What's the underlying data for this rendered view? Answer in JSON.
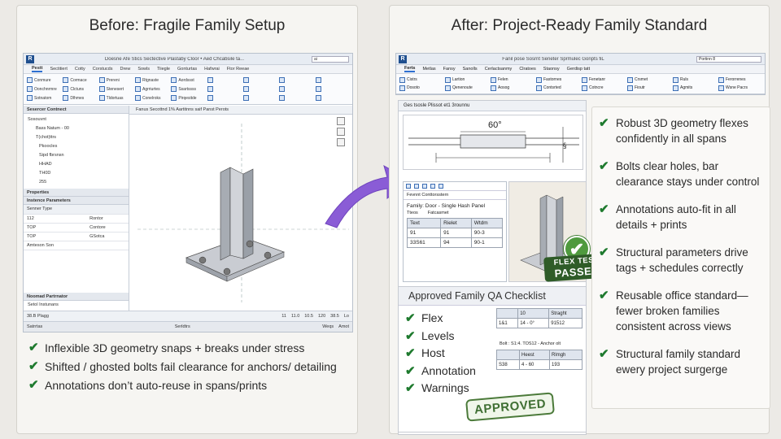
{
  "left": {
    "title": "Before: Fragile Family Setup",
    "revit": {
      "logo": "R",
      "window_title": "Doesne Afe Stics Sectective Plastaby Cloor • Aed Chcabsile ta...",
      "search": "ai",
      "tabs": [
        "Pestt",
        "Sectitiert",
        "Cotty",
        "Corstucds",
        "Drew",
        "Sowls",
        "Tiiegle",
        "Gonturtas",
        "Hafwrai",
        "Ftor Reeae"
      ],
      "ribbon": [
        "Conmure",
        "Cormace",
        "Prereni",
        "Rtgnaste",
        "Aordssst",
        "",
        "",
        "",
        "",
        "Oonchnrmre",
        "Clctuns",
        "Stenesert",
        "Agrriurtes",
        "Ssartssss",
        "",
        "",
        "",
        "",
        "Sotnatom",
        "Dlhmes",
        "Tldortuas",
        "Conelroks",
        "Pirqesitde",
        "",
        "",
        "",
        ""
      ],
      "side_header_1": "Sesercer Contnect",
      "tree_header": "Sosouvnt",
      "tree": [
        "Bass Natum - 00",
        "T(chot)ttrs",
        "Pkoocles",
        "Sipd fbrsnsn",
        "HHAD",
        "TH0D",
        "255"
      ],
      "properties_header": "Properties",
      "instance_header": "Instence Parameters",
      "prop_rows": [
        [
          "Senner Type",
          ""
        ],
        [
          "112",
          "Rontor"
        ],
        [
          "TOP",
          "Contore"
        ],
        [
          "TOP",
          "GSotca"
        ],
        [
          "Amteson Son",
          ""
        ]
      ],
      "prop_footer_1": "Noomad Partrnator",
      "prop_footer_2": "Setol Instunans",
      "view_tab": "Fanus Secottnd 1% Aartitnns saif Panst Perots",
      "status_1": [
        "38.B Plagg",
        "",
        "11",
        "11.0",
        "10.5",
        "120",
        "38.5",
        "Lo"
      ],
      "status_2": [
        "Satrrtas",
        "Serldtrs",
        "",
        "",
        "Weqs",
        "Amot"
      ]
    },
    "bullets": [
      "Inflexible 3D geometry snaps + breaks under stress",
      "Shifted / ghosted bolts fail clearance for anchors/ detailing",
      "Annotations don’t auto-reuse in spans/prints"
    ]
  },
  "right": {
    "title": "After: Project-Ready Family Standard",
    "revit": {
      "window_title": "Fanil pose Sosrnt Seneter Sprmulec Gonpts fiL",
      "search": "Portinn 8",
      "tabs": [
        "Ferts",
        "Metlas",
        "Fansy",
        "Sanolls",
        "Cerlactsanmy",
        "Clratoes",
        "Staonsy",
        "Gerdisp tatt"
      ],
      "ribbon": [
        "Cistrs",
        "Lartion",
        "Felen",
        "Fastornes",
        "Fenetanr",
        "Crsmet",
        "Ruls",
        "Ferorrenes",
        "Dosoto",
        "Qenenoute",
        "Aosog",
        "Contsrted",
        "Cotncre",
        "Fioutr",
        "Agmits",
        "Wsne Pacrs"
      ]
    },
    "sheet_tab": "Ges tsosle Plissot et1 3rounnu",
    "section_dim": "60°",
    "thumb": {
      "toolbar_label": "Fevnnt Conttorsstern",
      "family": "Family: Door - Single Hash Panel",
      "sub_labels": [
        "Tteos",
        "Fatcasmet"
      ],
      "headers": [
        "Text",
        "Rielet",
        "Wtdm"
      ],
      "rows": [
        [
          "91",
          "91",
          "90-3"
        ],
        [
          "33S61",
          "94",
          "90-1"
        ]
      ]
    },
    "badge": {
      "line1": "FLEX TEST",
      "line2": "PASSED"
    },
    "qa": {
      "title": "Approved Family QA Checklist",
      "items": [
        "Flex",
        "Levels",
        "Host",
        "Annotation",
        "Warnings"
      ],
      "table1": [
        [
          "",
          "10",
          "Straght"
        ],
        [
          "1&1",
          "14 - 0°",
          "91512"
        ]
      ],
      "note": "Bolt : S1:4. TOS12 - Anchor olt",
      "table2": [
        [
          "",
          "Heest",
          "Rlmgh"
        ],
        [
          "S38",
          "4 - 60",
          "193"
        ]
      ],
      "stamp": "APPROVED"
    },
    "bullets": [
      "Robust 3D geometry flexes confidently in all spans",
      "Bolts clear holes, bar clearance stays under control",
      "Annotations auto-fit in all details + prints",
      "Structural parameters drive tags + schedules correctly",
      "Reusable office standard— fewer broken families consistent across views",
      "Structural family standard ewery project surgerge"
    ]
  },
  "colors": {
    "check": "#1e7a2e",
    "arrow": "#8a5cd6",
    "badge": "#4f9a3e",
    "ribbon_accent": "#2e6fd0"
  },
  "icons": [
    "check-icon",
    "curved-arrow-icon",
    "view-cube-icon",
    "checkmark-badge-icon"
  ]
}
